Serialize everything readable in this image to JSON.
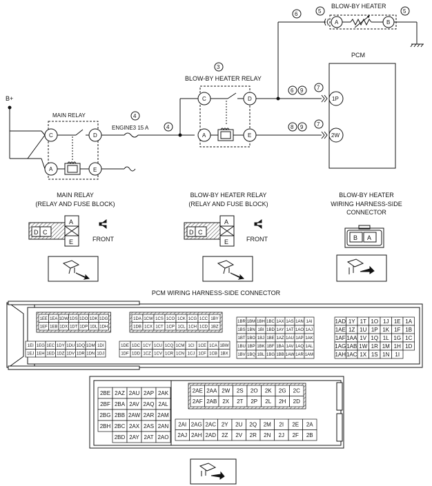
{
  "wiring": {
    "b_plus": "B+",
    "fuse_label": "ENGINE3 15 A",
    "circle_3": "3",
    "circle_4": "4",
    "circle_5": "5",
    "circle_6": "6",
    "circle_7": "7",
    "circle_8": "8",
    "circle_9": "9",
    "main_relay": {
      "title": "MAIN RELAY",
      "terms": [
        "C",
        "D",
        "A",
        "E"
      ]
    },
    "heater_relay": {
      "title": "BLOW-BY HEATER RELAY",
      "terms": [
        "C",
        "D",
        "A",
        "E"
      ]
    },
    "heater": {
      "title": "BLOW-BY HEATER",
      "terms": [
        "A",
        "B"
      ]
    },
    "pcm": {
      "title": "PCM",
      "terms": [
        "1P",
        "2W"
      ]
    }
  },
  "connector_views": {
    "main_relay": {
      "title_1": "MAIN RELAY",
      "title_2": "(RELAY AND FUSE BLOCK)",
      "front": "FRONT",
      "cells": [
        "D",
        "C",
        "A",
        "E"
      ]
    },
    "heater_relay": {
      "title_1": "BLOW-BY HEATER RELAY",
      "title_2": "(RELAY AND FUSE BLOCK)",
      "front": "FRONT",
      "cells": [
        "D",
        "C",
        "A",
        "E"
      ]
    },
    "heater_side": {
      "title_1": "BLOW-BY HEATER",
      "title_2": "WIRING HARNESS-SIDE",
      "title_3": "CONNECTOR",
      "cells": [
        "B",
        "A"
      ]
    }
  },
  "pcm_connector": {
    "title": "PCM WIRING HARNESS-SIDE CONNECTOR",
    "block1": {
      "rows": [
        [
          "1EE",
          "1EA",
          "1DW",
          "1DS",
          "1DO",
          "1DK",
          "1DG"
        ],
        [
          "1EF",
          "1EB",
          "1DX",
          "1DT",
          "1DP",
          "1DL",
          "1DH"
        ],
        [
          "1EI",
          "1EG",
          "1EC",
          "1DY",
          "1DU",
          "1DQ",
          "1DM",
          "1DI"
        ],
        [
          "1EJ",
          "1EH",
          "1ED",
          "1DZ",
          "1DV",
          "1DR",
          "1DN",
          "1DJ"
        ]
      ]
    },
    "block2": {
      "rows": [
        [
          "1DA",
          "1CW",
          "1CS",
          "1CO",
          "1CK",
          "1CG",
          "1CC",
          "1BY"
        ],
        [
          "1DB",
          "1CX",
          "1CT",
          "1CP",
          "1CL",
          "1CH",
          "1CD",
          "1BZ"
        ],
        [
          "1DE",
          "1DC",
          "1CY",
          "1CU",
          "1CQ",
          "1CM",
          "1CI",
          "1CE",
          "1CA",
          "1BW"
        ],
        [
          "1DF",
          "1DD",
          "1CZ",
          "1CV",
          "1CR",
          "1CN",
          "1CJ",
          "1CF",
          "1CB",
          "1BX"
        ]
      ]
    },
    "block3": {
      "rows": [
        [
          "1BR",
          "1BM",
          "1BH",
          "1BC",
          "1AX",
          "1AS",
          "1AN",
          "1AI"
        ],
        [
          "1BS",
          "1BN",
          "1BI",
          "1BD",
          "1AY",
          "1AT",
          "1AO",
          "1AJ"
        ],
        [
          "1BT",
          "1BO",
          "1BJ",
          "1BE",
          "1AZ",
          "1AU",
          "1AP",
          "1AK"
        ],
        [
          "1BU",
          "1BP",
          "1BK",
          "1BF",
          "1BA",
          "1AV",
          "1AQ",
          "1AL"
        ],
        [
          "1BV",
          "1BQ",
          "1BL",
          "1BG",
          "1BB",
          "1AW",
          "1AR",
          "1AM"
        ]
      ]
    },
    "block4": {
      "rows": [
        [
          "1AD",
          "1Y",
          "1T",
          "1O",
          "1J",
          "1E",
          "1A"
        ],
        [
          "1AE",
          "1Z",
          "1U",
          "1P",
          "1K",
          "1F",
          "1B"
        ],
        [
          "1AF",
          "1AA",
          "1V",
          "1Q",
          "1L",
          "1G",
          "1C"
        ],
        [
          "1AG",
          "1AB",
          "1W",
          "1R",
          "1M",
          "1H",
          "1D"
        ],
        [
          "1AH",
          "1AC",
          "1X",
          "1S",
          "1N",
          "1I"
        ]
      ]
    },
    "block5": {
      "rows": [
        [
          "2BE",
          "2AZ",
          "2AU",
          "2AP",
          "2AK"
        ],
        [
          "2BF",
          "2BA",
          "2AV",
          "2AQ",
          "2AL"
        ],
        [
          "2BG",
          "2BB",
          "2AW",
          "2AR",
          "2AM"
        ],
        [
          "2BH",
          "2BC",
          "2AX",
          "2AS",
          "2AN"
        ],
        [
          "2BD",
          "2AY",
          "2AT",
          "2AO"
        ]
      ]
    },
    "block6": {
      "rows": [
        [
          "2AE",
          "2AA",
          "2W",
          "2S",
          "2O",
          "2K",
          "2G",
          "2C"
        ],
        [
          "2AF",
          "2AB",
          "2X",
          "2T",
          "2P",
          "2L",
          "2H",
          "2D"
        ],
        [
          "2AI",
          "2AG",
          "2AC",
          "2Y",
          "2U",
          "2Q",
          "2M",
          "2I",
          "2E",
          "2A"
        ],
        [
          "2AJ",
          "2AH",
          "2AD",
          "2Z",
          "2V",
          "2R",
          "2N",
          "2J",
          "2F",
          "2B"
        ]
      ]
    }
  }
}
